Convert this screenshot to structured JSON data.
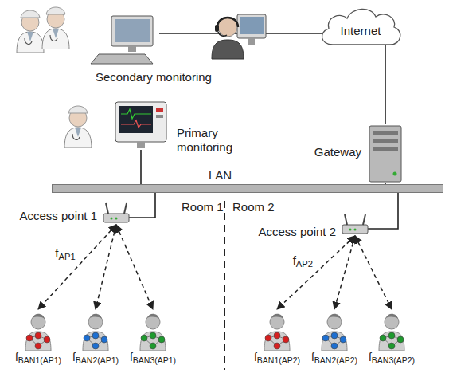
{
  "diagram": {
    "nodes": [
      {
        "text": [
          "Secondary monitoring"
        ]
      },
      {
        "text": [
          "Internet"
        ]
      },
      {
        "text": [
          "Primary monitoring"
        ]
      },
      {
        "text": [
          "Gateway"
        ]
      },
      {
        "text": [
          "LAN"
        ]
      },
      {
        "text": [
          "Access point 1"
        ]
      },
      {
        "text": [
          "Access point 2"
        ]
      },
      {
        "text": [
          "fBAN1(AP1)"
        ]
      },
      {
        "text": [
          "fBAN2(AP1)"
        ]
      },
      {
        "text": [
          "fBAN3(AP1)"
        ]
      },
      {
        "text": [
          "fBAN1(AP2)"
        ]
      },
      {
        "text": [
          "fBAN2(AP2)"
        ]
      },
      {
        "text": [
          "fBAN3(AP2)"
        ]
      }
    ],
    "edges": [
      {
        "from": 0,
        "to": 1,
        "arrow": "none"
      },
      {
        "from": 1,
        "to": 3,
        "arrow": "none"
      },
      {
        "from": 2,
        "to": 4,
        "arrow": "none"
      },
      {
        "from": 3,
        "to": 4,
        "arrow": "none"
      },
      {
        "from": 5,
        "to": 4,
        "arrow": "none"
      },
      {
        "from": 6,
        "to": 4,
        "arrow": "none"
      },
      {
        "from": 5,
        "to": 7,
        "label": "fAP1",
        "arrow": "both"
      },
      {
        "from": 5,
        "to": 8,
        "arrow": "both"
      },
      {
        "from": 5,
        "to": 9,
        "arrow": "both"
      },
      {
        "from": 6,
        "to": 10,
        "label": "fAP2",
        "arrow": "both"
      },
      {
        "from": 6,
        "to": 11,
        "arrow": "both"
      },
      {
        "from": 6,
        "to": 12,
        "arrow": "both"
      }
    ],
    "labels": [
      "Room 1",
      "Room 2"
    ]
  }
}
